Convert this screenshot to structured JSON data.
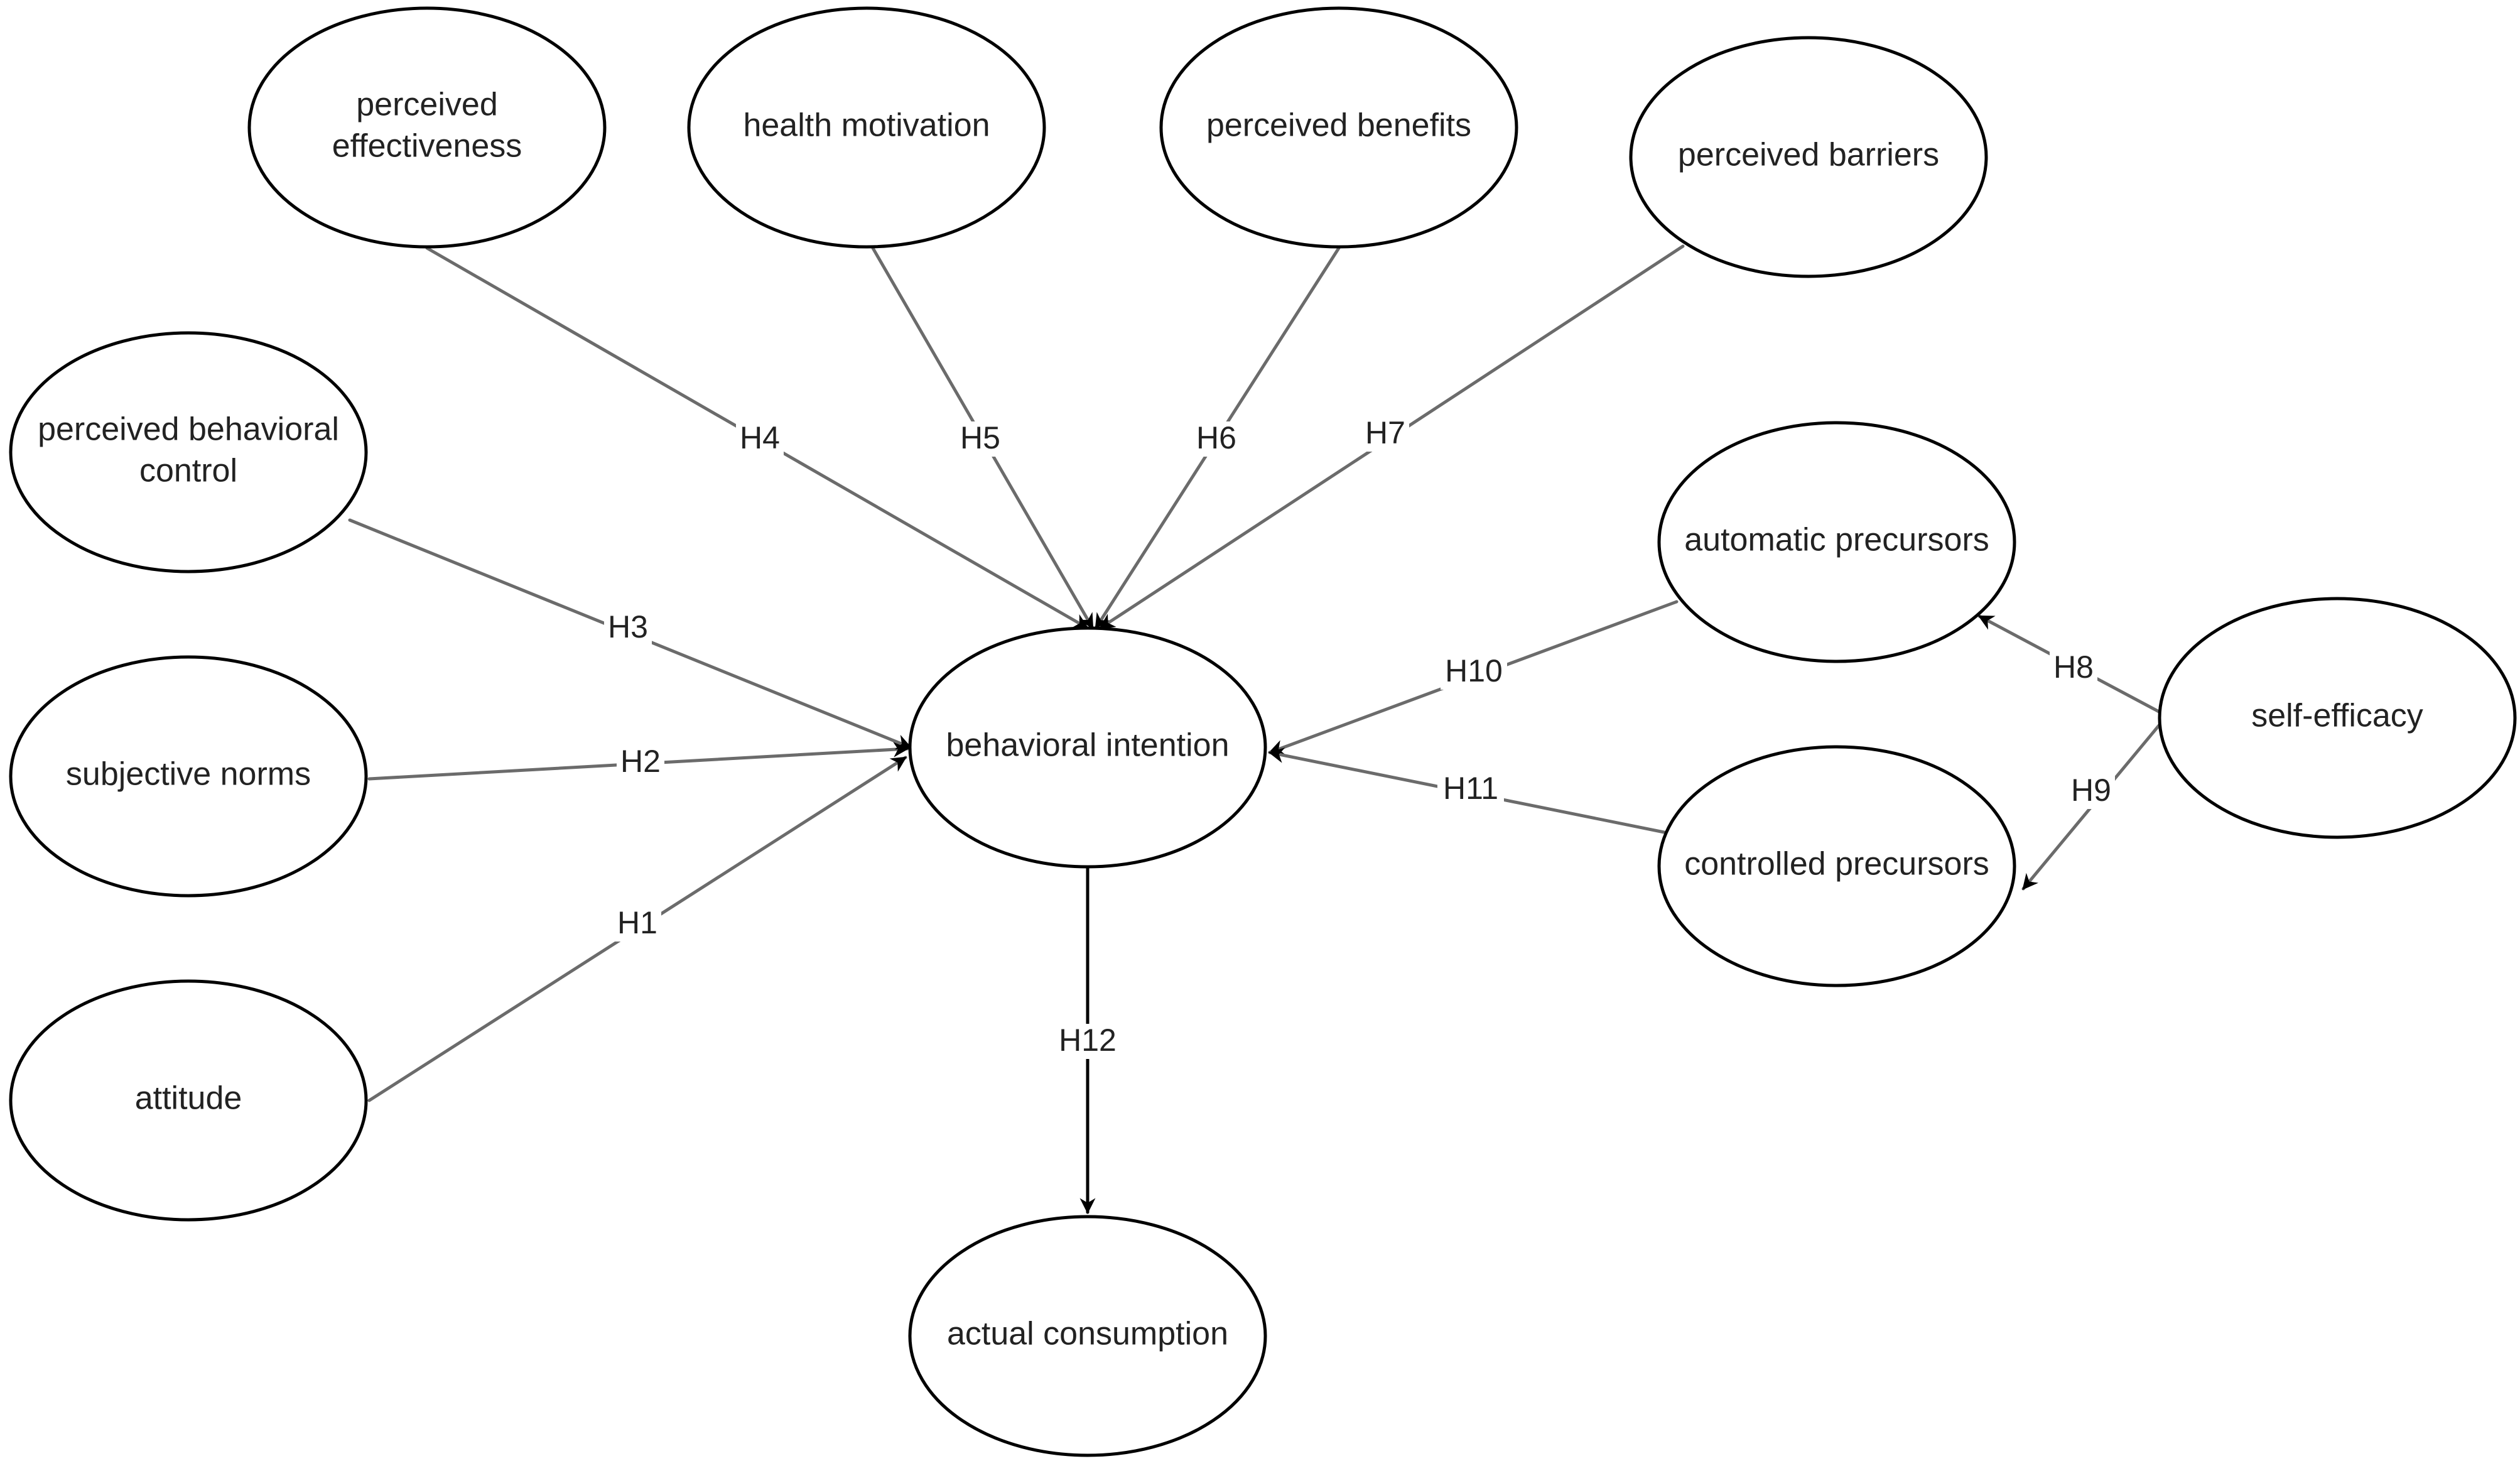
{
  "colors": {
    "line_gray": "#6b6b6b",
    "line_black": "#000000",
    "node_stroke": "#000000",
    "node_fill": "#ffffff",
    "text": "#222222"
  },
  "nodes": [
    {
      "id": "perceived_effectiveness",
      "lines": [
        "perceived",
        "effectiveness"
      ]
    },
    {
      "id": "health_motivation",
      "lines": [
        "health motivation"
      ]
    },
    {
      "id": "perceived_benefits",
      "lines": [
        "perceived benefits"
      ]
    },
    {
      "id": "perceived_barriers",
      "lines": [
        "perceived barriers"
      ]
    },
    {
      "id": "perceived_behavioral_control",
      "lines": [
        "perceived behavioral",
        "control"
      ]
    },
    {
      "id": "subjective_norms",
      "lines": [
        "subjective norms"
      ]
    },
    {
      "id": "attitude",
      "lines": [
        "attitude"
      ]
    },
    {
      "id": "behavioral_intention",
      "lines": [
        "behavioral intention"
      ]
    },
    {
      "id": "actual_consumption",
      "lines": [
        "actual consumption"
      ]
    },
    {
      "id": "automatic_precursors",
      "lines": [
        "automatic precursors"
      ]
    },
    {
      "id": "controlled_precursors",
      "lines": [
        "controlled precursors"
      ]
    },
    {
      "id": "self_efficacy",
      "lines": [
        "self-efficacy"
      ]
    }
  ],
  "edges": [
    {
      "id": "H1",
      "label": "H1",
      "from": "attitude",
      "to": "behavioral_intention"
    },
    {
      "id": "H2",
      "label": "H2",
      "from": "subjective_norms",
      "to": "behavioral_intention"
    },
    {
      "id": "H3",
      "label": "H3",
      "from": "perceived_behavioral_control",
      "to": "behavioral_intention"
    },
    {
      "id": "H4",
      "label": "H4",
      "from": "perceived_effectiveness",
      "to": "behavioral_intention"
    },
    {
      "id": "H5",
      "label": "H5",
      "from": "health_motivation",
      "to": "behavioral_intention"
    },
    {
      "id": "H6",
      "label": "H6",
      "from": "perceived_benefits",
      "to": "behavioral_intention"
    },
    {
      "id": "H7",
      "label": "H7",
      "from": "perceived_barriers",
      "to": "behavioral_intention"
    },
    {
      "id": "H8",
      "label": "H8",
      "from": "self_efficacy",
      "to": "automatic_precursors"
    },
    {
      "id": "H9",
      "label": "H9",
      "from": "self_efficacy",
      "to": "controlled_precursors"
    },
    {
      "id": "H10",
      "label": "H10",
      "from": "automatic_precursors",
      "to": "behavioral_intention"
    },
    {
      "id": "H11",
      "label": "H11",
      "from": "controlled_precursors",
      "to": "behavioral_intention"
    },
    {
      "id": "H12",
      "label": "H12",
      "from": "behavioral_intention",
      "to": "actual_consumption"
    }
  ]
}
